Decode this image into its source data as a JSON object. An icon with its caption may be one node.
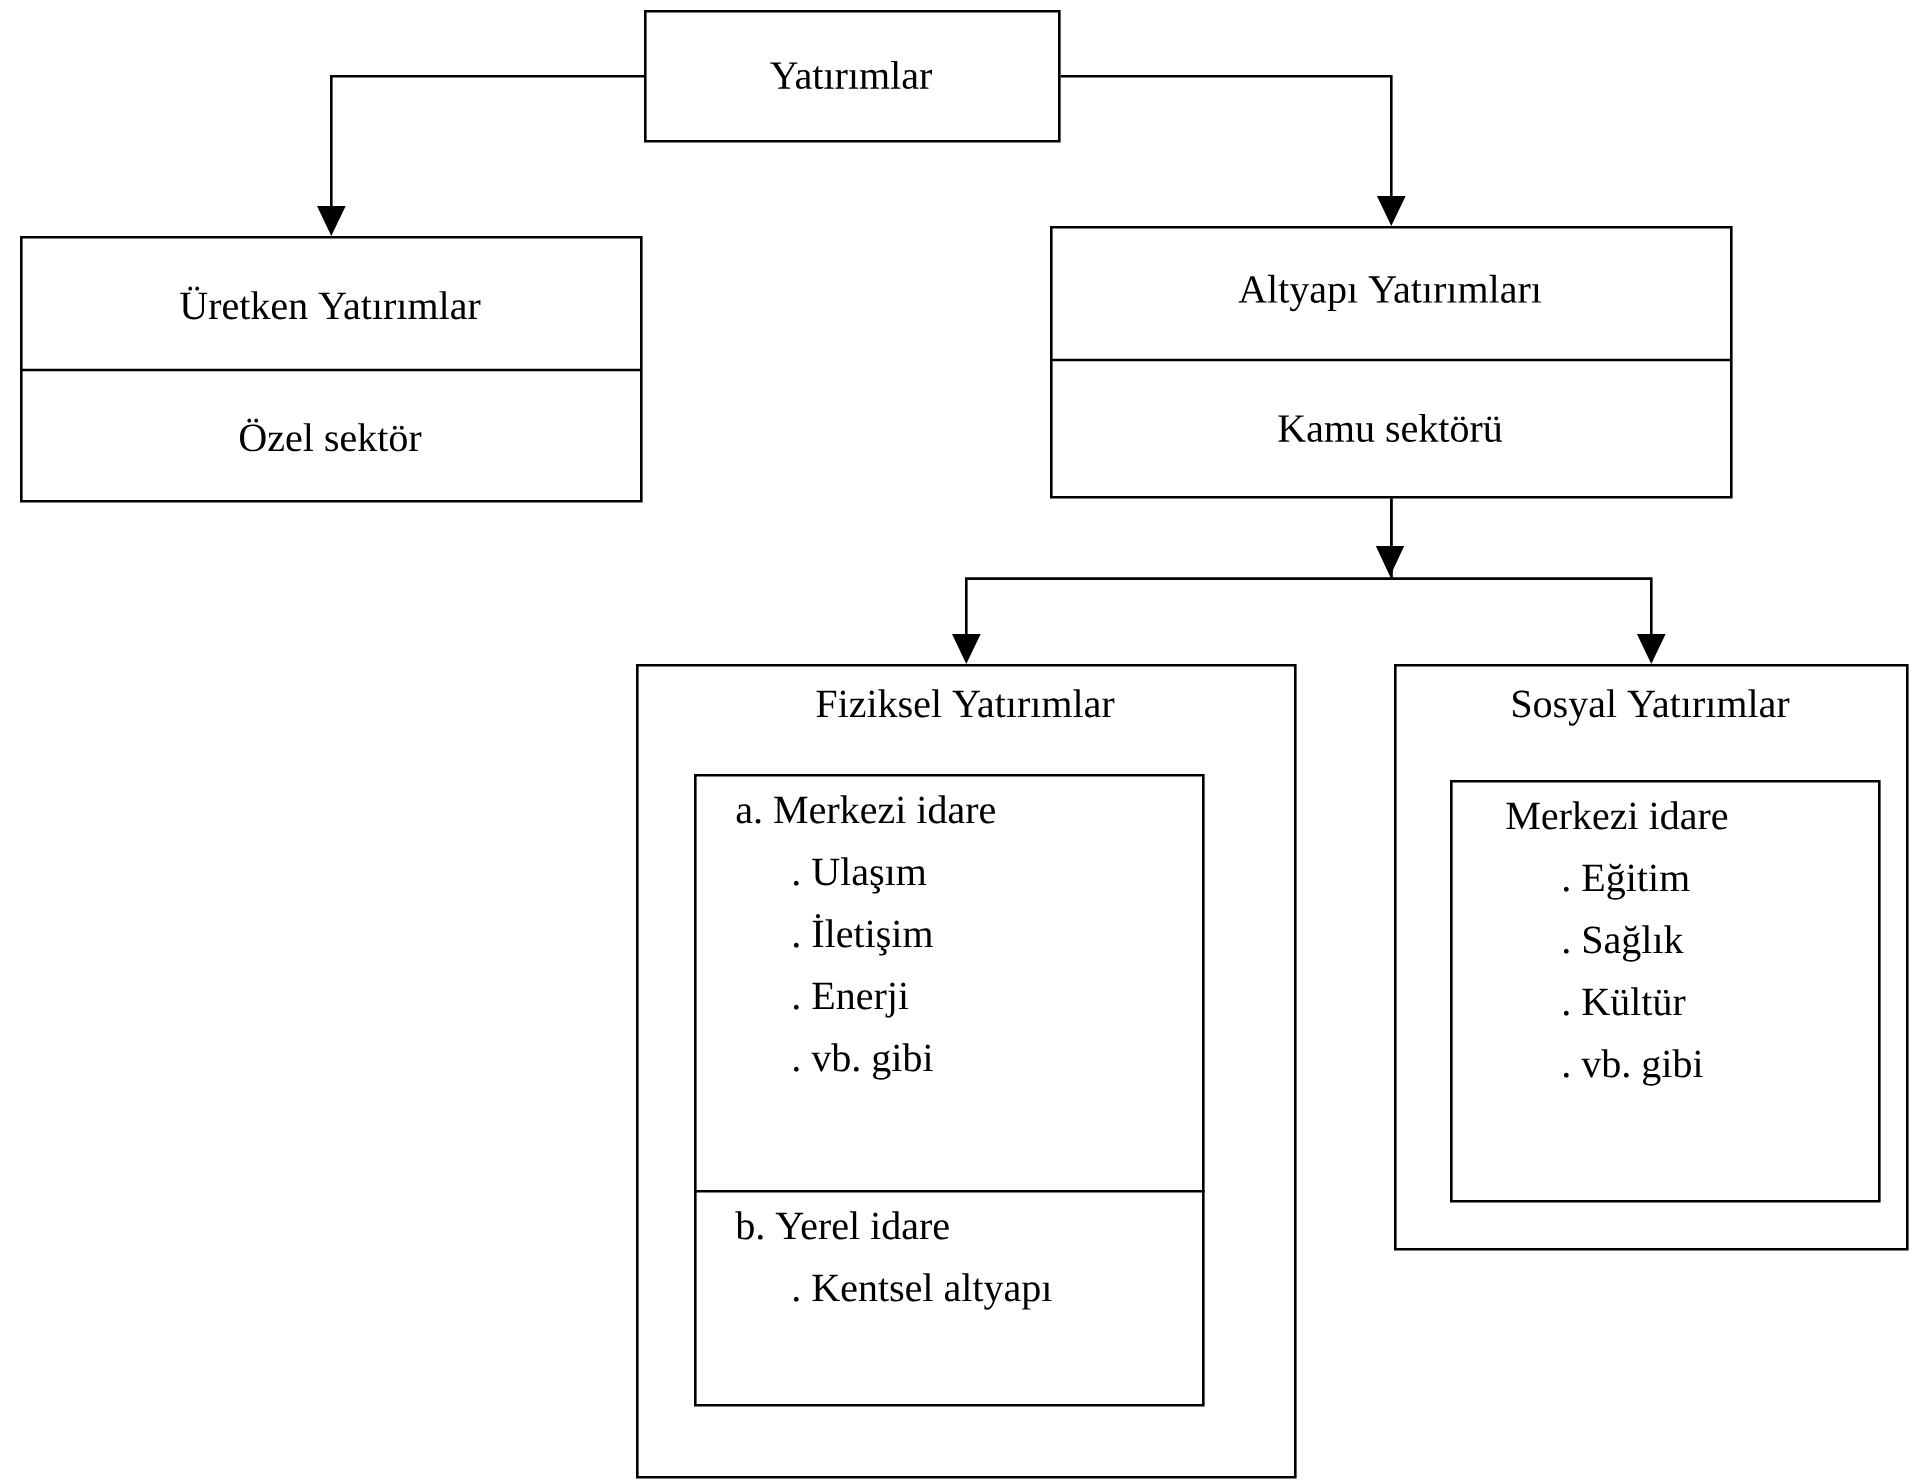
{
  "diagram": {
    "nodes": [
      {
        "text": [
          "Yatırımlar"
        ]
      },
      {
        "text": [
          "Üretken Yatırımlar",
          "Özel sektör"
        ]
      },
      {
        "text": [
          "Altyapı Yatırımları",
          "Kamu sektörü"
        ]
      },
      {
        "text": [
          "Fiziksel Yatırımlar"
        ]
      },
      {
        "text": [
          "a. Merkezi idare",
          ". Ulaşım",
          ". İletişim",
          ". Enerji",
          ". vb. gibi"
        ],
        "in": 3
      },
      {
        "text": [
          "b. Yerel idare",
          ". Kentsel altyapı"
        ],
        "in": 3
      },
      {
        "text": [
          "Sosyal Yatırımlar"
        ]
      },
      {
        "text": [
          "Merkezi idare",
          ". Eğitim",
          ". Sağlık",
          ". Kültür",
          ". vb. gibi"
        ],
        "in": 6
      }
    ],
    "edges": [
      {
        "from": 0,
        "to": 1,
        "arrow": "to"
      },
      {
        "from": 0,
        "to": 2,
        "arrow": "to"
      },
      {
        "from": 2,
        "to": 3,
        "arrow": "to"
      },
      {
        "from": 2,
        "to": 6,
        "arrow": "to"
      }
    ]
  }
}
